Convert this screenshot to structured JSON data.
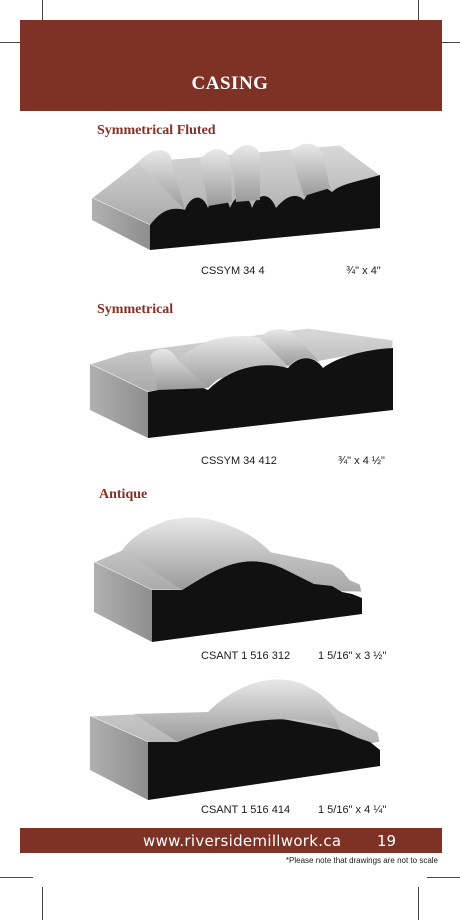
{
  "header": {
    "title": "CASING"
  },
  "sections": [
    {
      "title": "Symmetrical Fluted"
    },
    {
      "title": "Symmetrical"
    },
    {
      "title": "Antique"
    }
  ],
  "profiles": [
    {
      "code": "CSSYM 34 4",
      "size": "¾\" x 4\""
    },
    {
      "code": "CSSYM 34 412",
      "size": "¾\" x 4 ½\""
    },
    {
      "code": "CSANT 1 516 312",
      "size": "1 5/16\" x 3 ½\""
    },
    {
      "code": "CSANT 1 516 414",
      "size": "1 5/16\" x 4 ¼\""
    }
  ],
  "footer": {
    "url": "www.riversidemillwork.ca",
    "page": "19"
  },
  "note": "*Please note that drawings are not to scale",
  "colors": {
    "brand": "#7d3225",
    "title_red": "#8a2e24",
    "profile_face": "#111111"
  }
}
